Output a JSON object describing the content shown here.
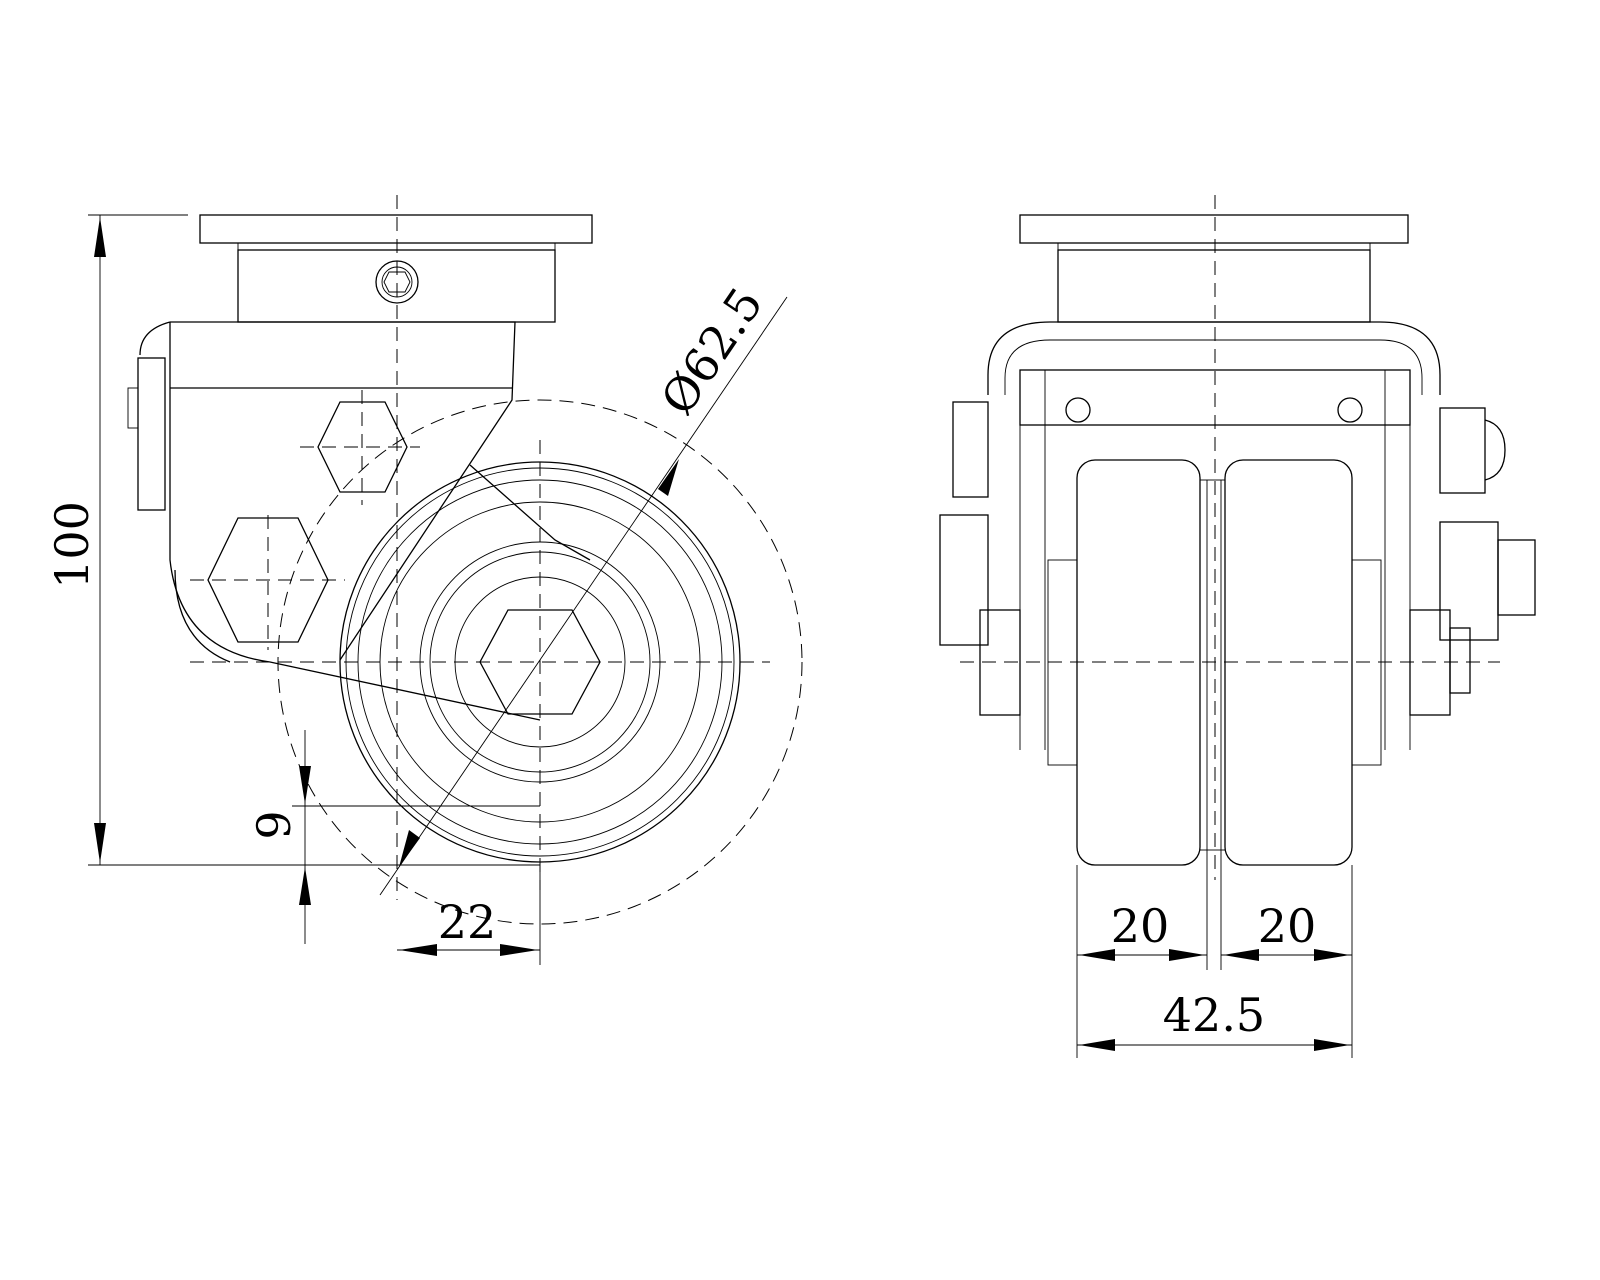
{
  "dimensions": {
    "overall_height": "100",
    "offset_height": "9",
    "swivel_offset": "22",
    "wheel_diameter": "Ø62.5",
    "wheel_width_left": "20",
    "wheel_width_right": "20",
    "overall_width": "42.5"
  },
  "colors": {
    "line": "#000000",
    "background": "#ffffff"
  }
}
